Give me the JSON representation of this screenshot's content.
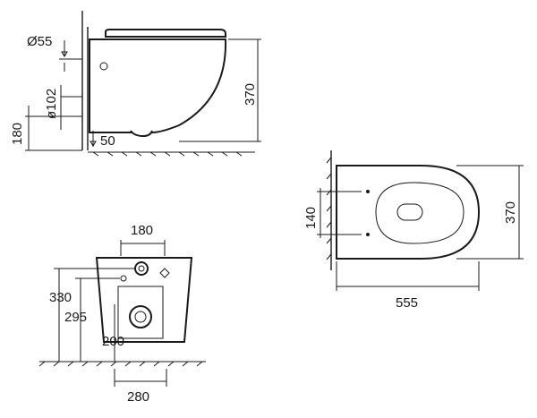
{
  "dimensions": {
    "side_view": {
      "top_inlet_diameter": "Ø55",
      "depth_height": "370",
      "outlet_diameter": "ø102",
      "outlet_height": "180",
      "base_offset": "50"
    },
    "top_view": {
      "bolt_spacing": "140",
      "width": "370",
      "length": "555"
    },
    "rear_view": {
      "inlet_spacing": "180",
      "inlet_height": "330",
      "bolt_height": "295",
      "outlet_height": "200",
      "bolt_spacing": "280"
    }
  }
}
